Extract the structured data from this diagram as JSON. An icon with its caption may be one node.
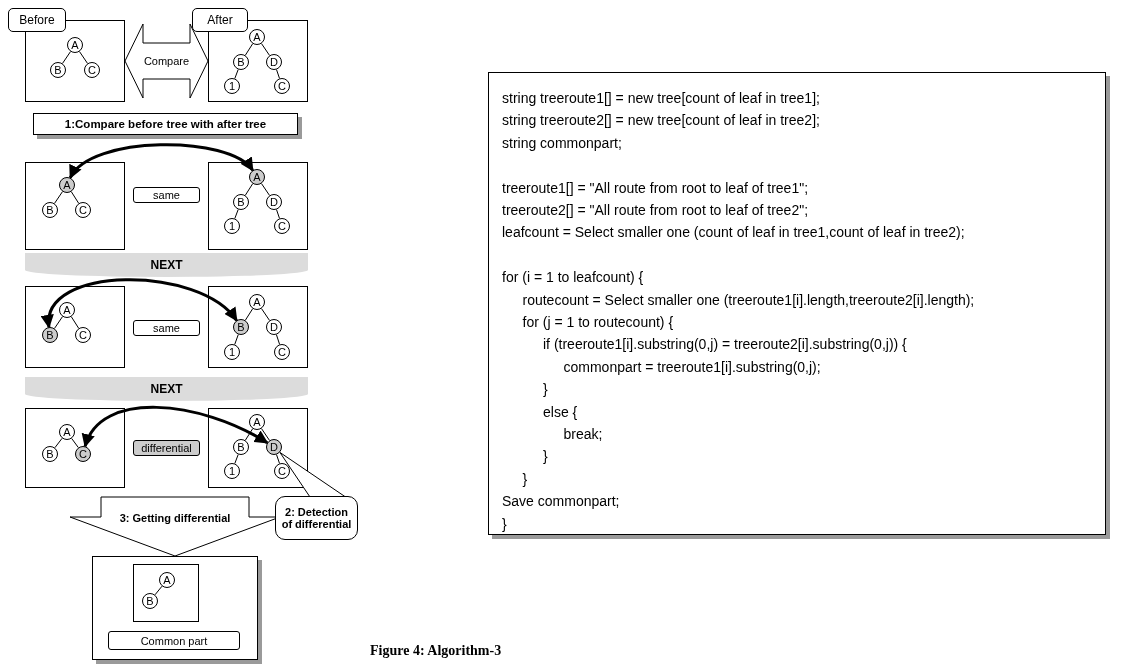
{
  "diagram": {
    "caption": "Figure 4: Algorithm-3",
    "nodes": [
      {
        "text": [
          "Before"
        ]
      },
      {
        "text": [
          "A"
        ],
        "in": 0
      },
      {
        "text": [
          "B"
        ],
        "in": 0
      },
      {
        "text": [
          "C"
        ],
        "in": 0
      },
      {
        "text": [
          "After"
        ]
      },
      {
        "text": [
          "A"
        ],
        "in": 4
      },
      {
        "text": [
          "B"
        ],
        "in": 4
      },
      {
        "text": [
          "D"
        ],
        "in": 4
      },
      {
        "text": [
          "1"
        ],
        "in": 4
      },
      {
        "text": [
          "C"
        ],
        "in": 4
      },
      {
        "text": [
          "1:Compare before tree with after tree"
        ]
      },
      {
        "text": [],
        "shape": "box"
      },
      {
        "text": [
          "A"
        ],
        "in": 11
      },
      {
        "text": [
          "B"
        ],
        "in": 11
      },
      {
        "text": [
          "C"
        ],
        "in": 11
      },
      {
        "text": [
          "same"
        ]
      },
      {
        "text": [],
        "shape": "box"
      },
      {
        "text": [
          "A"
        ],
        "in": 16
      },
      {
        "text": [
          "B"
        ],
        "in": 16
      },
      {
        "text": [
          "D"
        ],
        "in": 16
      },
      {
        "text": [
          "1"
        ],
        "in": 16
      },
      {
        "text": [
          "C"
        ],
        "in": 16
      },
      {
        "text": [
          "NEXT"
        ]
      },
      {
        "text": [],
        "shape": "box"
      },
      {
        "text": [
          "A"
        ],
        "in": 23
      },
      {
        "text": [
          "B"
        ],
        "in": 23
      },
      {
        "text": [
          "C"
        ],
        "in": 23
      },
      {
        "text": [
          "same"
        ]
      },
      {
        "text": [],
        "shape": "box"
      },
      {
        "text": [
          "A"
        ],
        "in": 28
      },
      {
        "text": [
          "B"
        ],
        "in": 28
      },
      {
        "text": [
          "D"
        ],
        "in": 28
      },
      {
        "text": [
          "1"
        ],
        "in": 28
      },
      {
        "text": [
          "C"
        ],
        "in": 28
      },
      {
        "text": [
          "NEXT"
        ]
      },
      {
        "text": [],
        "shape": "box"
      },
      {
        "text": [
          "A"
        ],
        "in": 35
      },
      {
        "text": [
          "B"
        ],
        "in": 35
      },
      {
        "text": [
          "C"
        ],
        "in": 35
      },
      {
        "text": [
          "differential"
        ]
      },
      {
        "text": [],
        "shape": "box"
      },
      {
        "text": [
          "A"
        ],
        "in": 40
      },
      {
        "text": [
          "B"
        ],
        "in": 40
      },
      {
        "text": [
          "D"
        ],
        "in": 40
      },
      {
        "text": [
          "1"
        ],
        "in": 40
      },
      {
        "text": [
          "C"
        ],
        "in": 40
      },
      {
        "text": [
          "2: Detection of differential"
        ]
      },
      {
        "text": [],
        "shape": "box"
      },
      {
        "text": [],
        "shape": "box",
        "in": 47
      },
      {
        "text": [
          "A"
        ],
        "in": 48
      },
      {
        "text": [
          "B"
        ],
        "in": 48
      },
      {
        "text": [
          "Common part"
        ],
        "in": 47
      },
      {
        "text": [
          "string treeroute1[] = new tree[count of leaf in tree1];",
          "string treeroute2[] = new tree[count of leaf in tree2];",
          "string commonpart;",
          "treeroute1[] = \"All route from root to leaf of tree1\";",
          "treeroute2[] = \"All route from root to leaf of tree2\";",
          "leafcount = Select smaller one (count of leaf in tree1,count of leaf in tree2);",
          "for (i = 1 to leafcount) {",
          "routecount = Select smaller one (treeroute1[i].length,treeroute2[i].length);",
          "for (j = 1 to routecount) {",
          "if (treeroute1[i].substring(0,j) = treeroute2[i].substring(0,j)) {",
          "commonpart = treeroute1[i].substring(0,j);",
          "}",
          "else {",
          "break;",
          "}",
          "}",
          "Save commonpart;",
          "}"
        ]
      }
    ],
    "edges": [
      {
        "from": 1,
        "to": 2,
        "arrow": "none"
      },
      {
        "from": 1,
        "to": 3,
        "arrow": "none"
      },
      {
        "from": 0,
        "to": 4,
        "arrow": "both",
        "label": "Compare"
      },
      {
        "from": 5,
        "to": 6,
        "arrow": "none"
      },
      {
        "from": 5,
        "to": 7,
        "arrow": "none"
      },
      {
        "from": 6,
        "to": 8,
        "arrow": "none"
      },
      {
        "from": 7,
        "to": 9,
        "arrow": "none"
      },
      {
        "from": 12,
        "to": 13,
        "arrow": "none"
      },
      {
        "from": 12,
        "to": 14,
        "arrow": "none"
      },
      {
        "from": 17,
        "to": 18,
        "arrow": "none"
      },
      {
        "from": 17,
        "to": 19,
        "arrow": "none"
      },
      {
        "from": 18,
        "to": 20,
        "arrow": "none"
      },
      {
        "from": 19,
        "to": 21,
        "arrow": "none"
      },
      {
        "from": 12,
        "to": 17,
        "arrow": "both",
        "style": "thick"
      },
      {
        "from": 24,
        "to": 25,
        "arrow": "none"
      },
      {
        "from": 24,
        "to": 26,
        "arrow": "none"
      },
      {
        "from": 29,
        "to": 30,
        "arrow": "none"
      },
      {
        "from": 29,
        "to": 31,
        "arrow": "none"
      },
      {
        "from": 30,
        "to": 32,
        "arrow": "none"
      },
      {
        "from": 31,
        "to": 33,
        "arrow": "none"
      },
      {
        "from": 25,
        "to": 30,
        "arrow": "both",
        "style": "thick"
      },
      {
        "from": 36,
        "to": 37,
        "arrow": "none"
      },
      {
        "from": 36,
        "to": 38,
        "arrow": "none"
      },
      {
        "from": 41,
        "to": 42,
        "arrow": "none"
      },
      {
        "from": 41,
        "to": 43,
        "arrow": "none"
      },
      {
        "from": 42,
        "to": 44,
        "arrow": "none"
      },
      {
        "from": 43,
        "to": 45,
        "arrow": "none"
      },
      {
        "from": 38,
        "to": 43,
        "arrow": "both",
        "style": "thick"
      },
      {
        "from": 46,
        "to": 43,
        "arrow": "none"
      },
      {
        "from": null,
        "to": 47,
        "arrow": "to",
        "label": "3: Getting differential"
      },
      {
        "from": 49,
        "to": 50,
        "arrow": "none"
      }
    ]
  }
}
